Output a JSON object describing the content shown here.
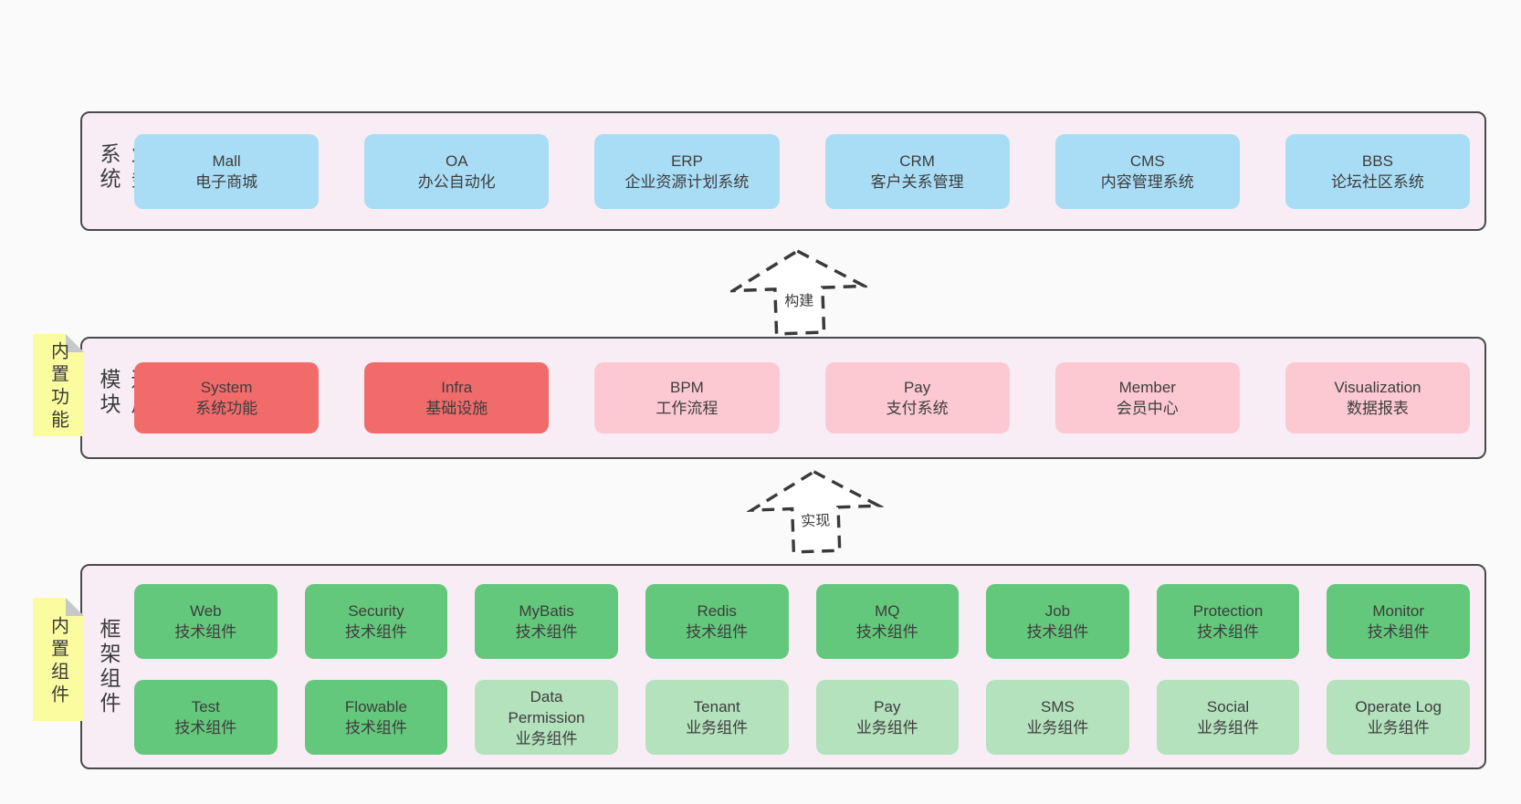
{
  "page": {
    "background": "#fafafa"
  },
  "colors": {
    "container_bg": "#f8edf5",
    "container_border": "#4a4a4a",
    "blue": "#a9ddf5",
    "red": "#f16b6b",
    "pink": "#fcc9d3",
    "green": "#63c87b",
    "light_green": "#b3e2bd",
    "sticky_yellow": "#fbfb9f",
    "sticky_fold_gray": "#c6c9c9",
    "text": "#3d3d3d"
  },
  "arrows": [
    {
      "label": "构建"
    },
    {
      "label": "实现"
    }
  ],
  "layers": [
    {
      "label": "业务系统",
      "boxes": [
        {
          "en": "Mall",
          "zh": "电子商城"
        },
        {
          "en": "OA",
          "zh": "办公自动化"
        },
        {
          "en": "ERP",
          "zh": "企业资源计划系统"
        },
        {
          "en": "CRM",
          "zh": "客户关系管理"
        },
        {
          "en": "CMS",
          "zh": "内容管理系统"
        },
        {
          "en": "BBS",
          "zh": "论坛社区系统"
        }
      ]
    },
    {
      "label": "通用模块",
      "sticky": "内置功能",
      "boxes": [
        {
          "en": "System",
          "zh": "系统功能"
        },
        {
          "en": "Infra",
          "zh": "基础设施"
        },
        {
          "en": "BPM",
          "zh": "工作流程"
        },
        {
          "en": "Pay",
          "zh": "支付系统"
        },
        {
          "en": "Member",
          "zh": "会员中心"
        },
        {
          "en": "Visualization",
          "zh": "数据报表"
        }
      ]
    },
    {
      "label": "框架组件",
      "sticky": "内置组件",
      "rows": [
        [
          {
            "en": "Web",
            "zh": "技术组件"
          },
          {
            "en": "Security",
            "zh": "技术组件"
          },
          {
            "en": "MyBatis",
            "zh": "技术组件"
          },
          {
            "en": "Redis",
            "zh": "技术组件"
          },
          {
            "en": "MQ",
            "zh": "技术组件"
          },
          {
            "en": "Job",
            "zh": "技术组件"
          },
          {
            "en": "Protection",
            "zh": "技术组件"
          },
          {
            "en": "Monitor",
            "zh": "技术组件"
          }
        ],
        [
          {
            "en": "Test",
            "zh": "技术组件"
          },
          {
            "en": "Flowable",
            "zh": "技术组件"
          },
          {
            "en": "Data Permission",
            "zh": "业务组件"
          },
          {
            "en": "Tenant",
            "zh": "业务组件"
          },
          {
            "en": "Pay",
            "zh": "业务组件"
          },
          {
            "en": "SMS",
            "zh": "业务组件"
          },
          {
            "en": "Social",
            "zh": "业务组件"
          },
          {
            "en": "Operate Log",
            "zh": "业务组件"
          }
        ]
      ]
    }
  ]
}
